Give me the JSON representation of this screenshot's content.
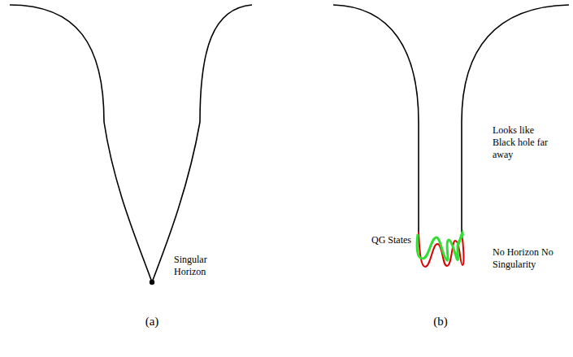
{
  "diagram": {
    "labels": [
      "Singular Horizon",
      "Looks like Black hole far away",
      "QG States",
      "No Horizon No Singularity",
      "(a)",
      "(b)"
    ]
  }
}
